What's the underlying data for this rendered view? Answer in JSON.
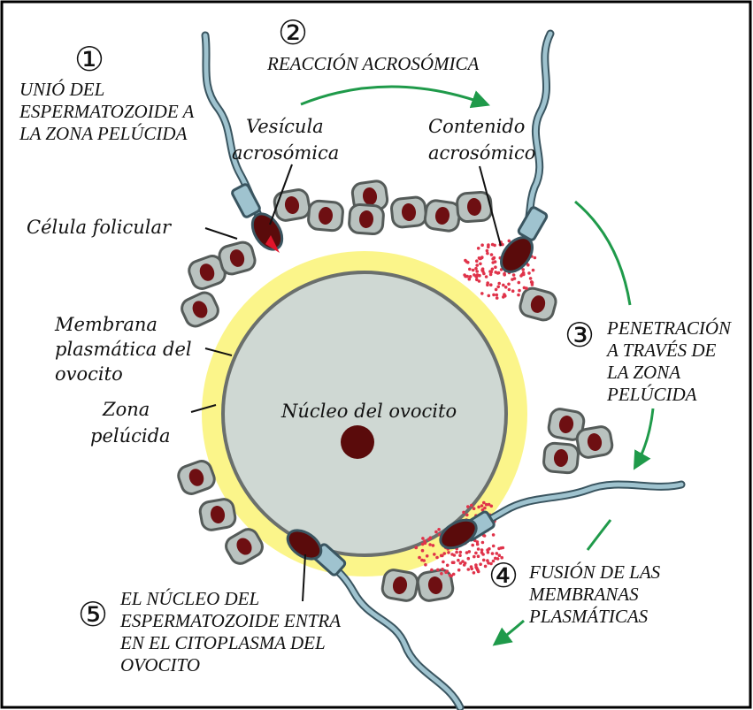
{
  "colors": {
    "frame": "#000000",
    "zona_pelucida": "#fbf58a",
    "oocyte": "#cfd8d3",
    "oocyte_border": "#6a6f6d",
    "nucleus": "#5a0b0b",
    "follicular_cell": "#b9c2bf",
    "cell_nucleus": "#6e0f12",
    "sperm_body": "#9fc3cf",
    "sperm_outline": "#3a5560",
    "arrow": "#1f9a4a",
    "acrosome_dots": "#e0334a",
    "acrosome_red": "#e0152b"
  },
  "steps": [
    {
      "number": "①",
      "lines": [
        "UNIÓ DEL",
        "ESPERMATOZOIDE A",
        "LA ZONA PELÚCIDA"
      ]
    },
    {
      "number": "②",
      "lines": [
        "REACCIÓN ACROSÓMICA"
      ]
    },
    {
      "number": "③",
      "lines": [
        "PENETRACIÓN",
        "A TRAVÉS DE",
        "LA ZONA",
        "PELÚCIDA"
      ]
    },
    {
      "number": "④",
      "lines": [
        "FUSIÓN DE LAS",
        "MEMBRANAS",
        "PLASMÁTICAS"
      ]
    },
    {
      "number": "⑤",
      "lines": [
        "EL NÚCLEO DEL",
        "ESPERMATOZOIDE ENTRA",
        "EN EL CITOPLASMA DEL",
        "OVOCITO"
      ]
    }
  ],
  "labels": {
    "vesicula": [
      "Vesícula",
      "acrosómica"
    ],
    "contenido": [
      "Contenido",
      "acrosómico"
    ],
    "celula_folicular": "Célula folicular",
    "membrana": [
      "Membrana",
      "plasmática del",
      "ovocito"
    ],
    "zona": [
      "Zona",
      "pelúcida"
    ],
    "nucleo": "Núcleo del ovocito"
  }
}
